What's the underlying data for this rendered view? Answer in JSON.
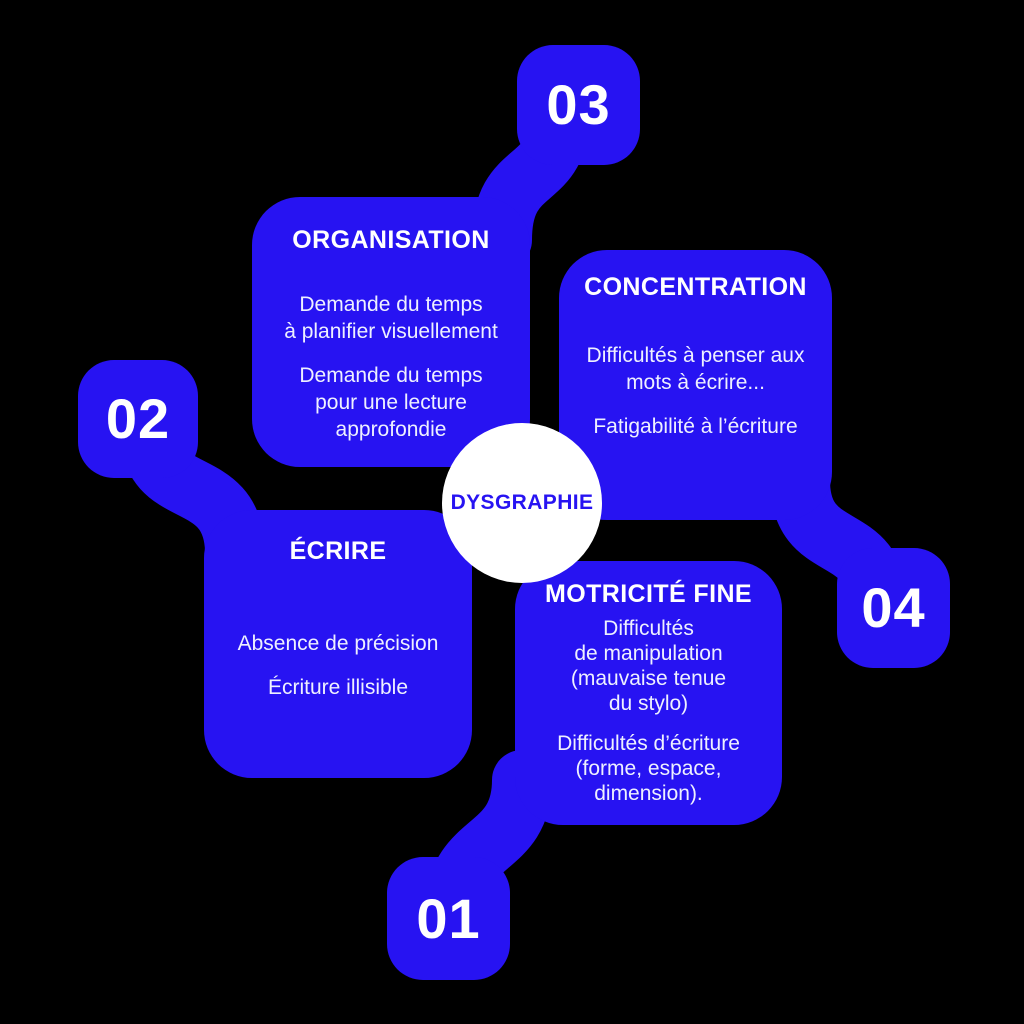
{
  "colors": {
    "accent_blue": "#2713F2",
    "text_white": "#FFFFFF",
    "background": "#000000"
  },
  "center_circle": {
    "label": "DYSGRAPHIE"
  },
  "sections": {
    "organisation": {
      "number": "03",
      "title": "ORGANISATION",
      "paragraph1": "Demande du temps\nà planifier visuellement",
      "paragraph2": "Demande du temps\npour une lecture\napprofondie"
    },
    "concentration": {
      "number": "04",
      "title": "CONCENTRATION",
      "paragraph1": "Difficultés à penser aux\nmots à écrire...",
      "paragraph2": "Fatigabilité à l’écriture"
    },
    "ecrire": {
      "number": "02",
      "title": "ÉCRIRE",
      "paragraph1": "Absence de précision",
      "paragraph2": "Écriture illisible"
    },
    "motricite_fine": {
      "number": "01",
      "title": "MOTRICITÉ FINE",
      "paragraph1": "Difficultés\nde manipulation\n(mauvaise tenue\ndu stylo)",
      "paragraph2": "Difficultés d’écriture\n(forme, espace,\ndimension)."
    }
  }
}
